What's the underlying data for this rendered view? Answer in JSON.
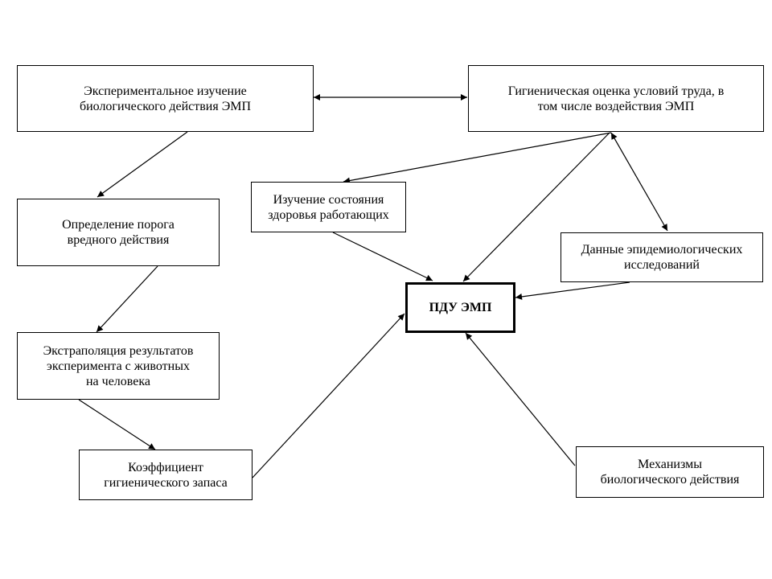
{
  "nodes": {
    "exp_study": "Экспериментальное изучение\nбиологического действия ЭМП",
    "hygiene_eval": "Гигиеническая оценка условий труда, в\nтом числе воздействия ЭМП",
    "threshold": "Определение порога\nвредного действия",
    "health_study": "Изучение состояния\nздоровья работающих",
    "epid_data": "Данные эпидемиологических\nисследований",
    "pdu": "ПДУ ЭМП",
    "extrapolation": "Экстраполяция результатов\nэксперимента с животных\nна человека",
    "coefficient": "Коэффициент\nгигиенического запаса",
    "mechanisms": "Механизмы\nбиологического действия"
  },
  "edges": [
    {
      "from": "exp_study",
      "to": "hygiene_eval",
      "bidirectional": true
    },
    {
      "from": "exp_study",
      "to": "threshold",
      "bidirectional": false
    },
    {
      "from": "threshold",
      "to": "extrapolation",
      "bidirectional": false
    },
    {
      "from": "extrapolation",
      "to": "coefficient",
      "bidirectional": false
    },
    {
      "from": "coefficient",
      "to": "pdu",
      "bidirectional": false
    },
    {
      "from": "hygiene_eval",
      "to": "health_study",
      "bidirectional": false
    },
    {
      "from": "hygiene_eval",
      "to": "pdu",
      "bidirectional": false
    },
    {
      "from": "hygiene_eval",
      "to": "epid_data",
      "bidirectional": true
    },
    {
      "from": "health_study",
      "to": "pdu",
      "bidirectional": false
    },
    {
      "from": "epid_data",
      "to": "pdu",
      "bidirectional": false
    },
    {
      "from": "mechanisms",
      "to": "pdu",
      "bidirectional": false
    }
  ]
}
